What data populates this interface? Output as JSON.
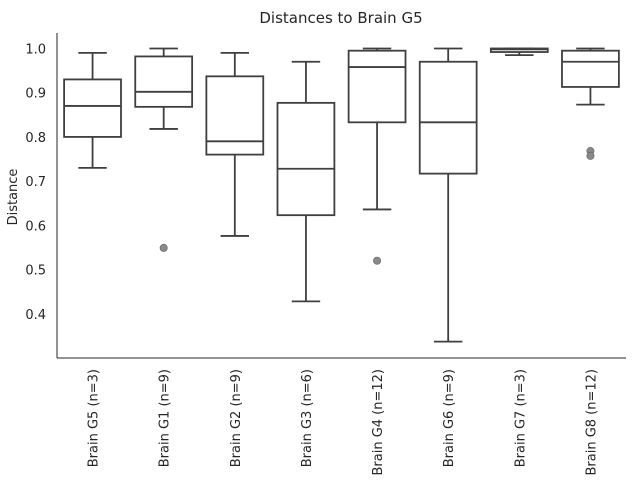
{
  "chart_data": {
    "type": "box",
    "title": "Distances to Brain G5",
    "xlabel": "",
    "ylabel": "Distance",
    "ylim": [
      0.3,
      1.035
    ],
    "yticks": [
      0.4,
      0.5,
      0.6,
      0.7,
      0.8,
      0.9,
      1.0
    ],
    "yticklabels": [
      "0.4",
      "0.5",
      "0.6",
      "0.7",
      "0.8",
      "0.9",
      "1.0"
    ],
    "grid": false,
    "categories": [
      "Brain G5 (n=3)",
      "Brain G1 (n=9)",
      "Brain G2 (n=9)",
      "Brain G3 (n=6)",
      "Brain G4 (n=12)",
      "Brain G6 (n=9)",
      "Brain G7 (n=3)",
      "Brain G8 (n=12)"
    ],
    "boxes": [
      {
        "whisker_low": 0.73,
        "q1": 0.8,
        "median": 0.87,
        "q3": 0.93,
        "whisker_high": 0.99,
        "outliers": []
      },
      {
        "whisker_low": 0.818,
        "q1": 0.868,
        "median": 0.902,
        "q3": 0.982,
        "whisker_high": 1.0,
        "outliers": [
          0.549
        ]
      },
      {
        "whisker_low": 0.576,
        "q1": 0.76,
        "median": 0.79,
        "q3": 0.937,
        "whisker_high": 0.99,
        "outliers": []
      },
      {
        "whisker_low": 0.428,
        "q1": 0.623,
        "median": 0.728,
        "q3": 0.877,
        "whisker_high": 0.97,
        "outliers": []
      },
      {
        "whisker_low": 0.636,
        "q1": 0.833,
        "median": 0.958,
        "q3": 0.995,
        "whisker_high": 1.0,
        "outliers": [
          0.52
        ]
      },
      {
        "whisker_low": 0.337,
        "q1": 0.717,
        "median": 0.833,
        "q3": 0.97,
        "whisker_high": 1.0,
        "outliers": []
      },
      {
        "whisker_low": 0.985,
        "q1": 0.992,
        "median": 0.998,
        "q3": 1.0,
        "whisker_high": 1.0,
        "outliers": []
      },
      {
        "whisker_low": 0.873,
        "q1": 0.913,
        "median": 0.97,
        "q3": 0.995,
        "whisker_high": 1.0,
        "outliers": [
          0.768,
          0.757
        ]
      }
    ],
    "colors": {
      "box_edge": "#3f3f3f",
      "box_fill": "#ffffff",
      "outlier": "#8a8a8a",
      "axis": "#262626"
    }
  }
}
